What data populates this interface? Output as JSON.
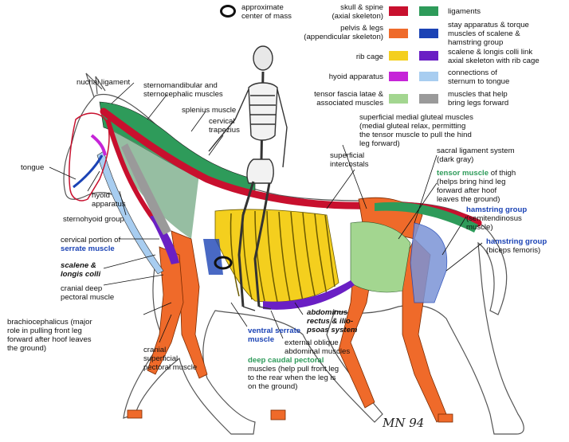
{
  "legend": {
    "center_of_mass": "approximate\ncenter of mass",
    "items": [
      {
        "label": "skull & spine\n(axial skeleton)",
        "color": "#c8102e"
      },
      {
        "label": "ligaments",
        "color": "#2e9b5a"
      },
      {
        "label": "pelvis & legs\n(appendicular skeleton)",
        "color": "#ef6a2a"
      },
      {
        "label": "stay apparatus & torque\nmuscles of scalene &\nhamstring group",
        "color": "#1b43b5"
      },
      {
        "label": "rib cage",
        "color": "#f4cf1e"
      },
      {
        "label": "scalene & longis colli link\naxial skeleton with rib cage",
        "color": "#6a1fc4"
      },
      {
        "label": "hyoid apparatus",
        "color": "#c624d8"
      },
      {
        "label": "connections of\nsternum to tongue",
        "color": "#a8cdf0"
      },
      {
        "label": "tensor fascia latae &\nassociated muscles",
        "color": "#a3d690"
      },
      {
        "label": "muscles that help\nbring legs forward",
        "color": "#9a9a9a"
      }
    ]
  },
  "labels": {
    "nuchal_ligament": "nuchal ligament",
    "sternomandibular": "sternomandibular and\nsternocephalic muscles",
    "splenius": "splenius muscle",
    "cervical_trapezius": "cervical\ntrapezius",
    "tongue": "tongue",
    "hyoid_apparatus": "hyoid\napparatus",
    "sternohyoid": "sternohyoid group",
    "cervical_serrate_a": "cervical portion of",
    "cervical_serrate_b": "serrate muscle",
    "scalene": "scalene &\nlongis colli",
    "cranial_deep_pectoral": "cranial deep\npectoral muscle",
    "brachiocephalicus": "brachiocephalicus (major\nrole in pulling front leg\nforward after hoof leaves\nthe ground)",
    "cranial_superficial_pectoral": "cranial\nsuperficial\npectoral muscle",
    "ventral_serrate": "ventral serrate\nmuscle",
    "deep_caudal_pectoral_title": "deep caudal pectoral",
    "deep_caudal_pectoral_text": "muscles (help pull front leg\nto the rear when the leg is\non the ground)",
    "abdominus": "abdominus\nrectus & ilio-\npsoas system",
    "external_oblique": "external oblique\nabdominal muscles",
    "superficial_intercostals": "superficial\nintercostals",
    "superficial_gluteal": "superficial medial gluteal muscles\n(medial gluteal relax, permitting\nthe tensor muscle to pull the hind\nleg forward)",
    "sacral_ligament": "sacral  ligament system\n(dark gray)",
    "tensor_title": "tensor muscle",
    "tensor_suffix": " of thigh",
    "tensor_text": "(helps bring hind leg\nforward after hoof\nleaves the ground)",
    "hamstring1_title": "hamstring group",
    "hamstring1_text": "(semitendinosus\nmuscle)",
    "hamstring2_title": "hamstring group",
    "hamstring2_text": "(biceps femoris)"
  },
  "signature": "MN 94"
}
